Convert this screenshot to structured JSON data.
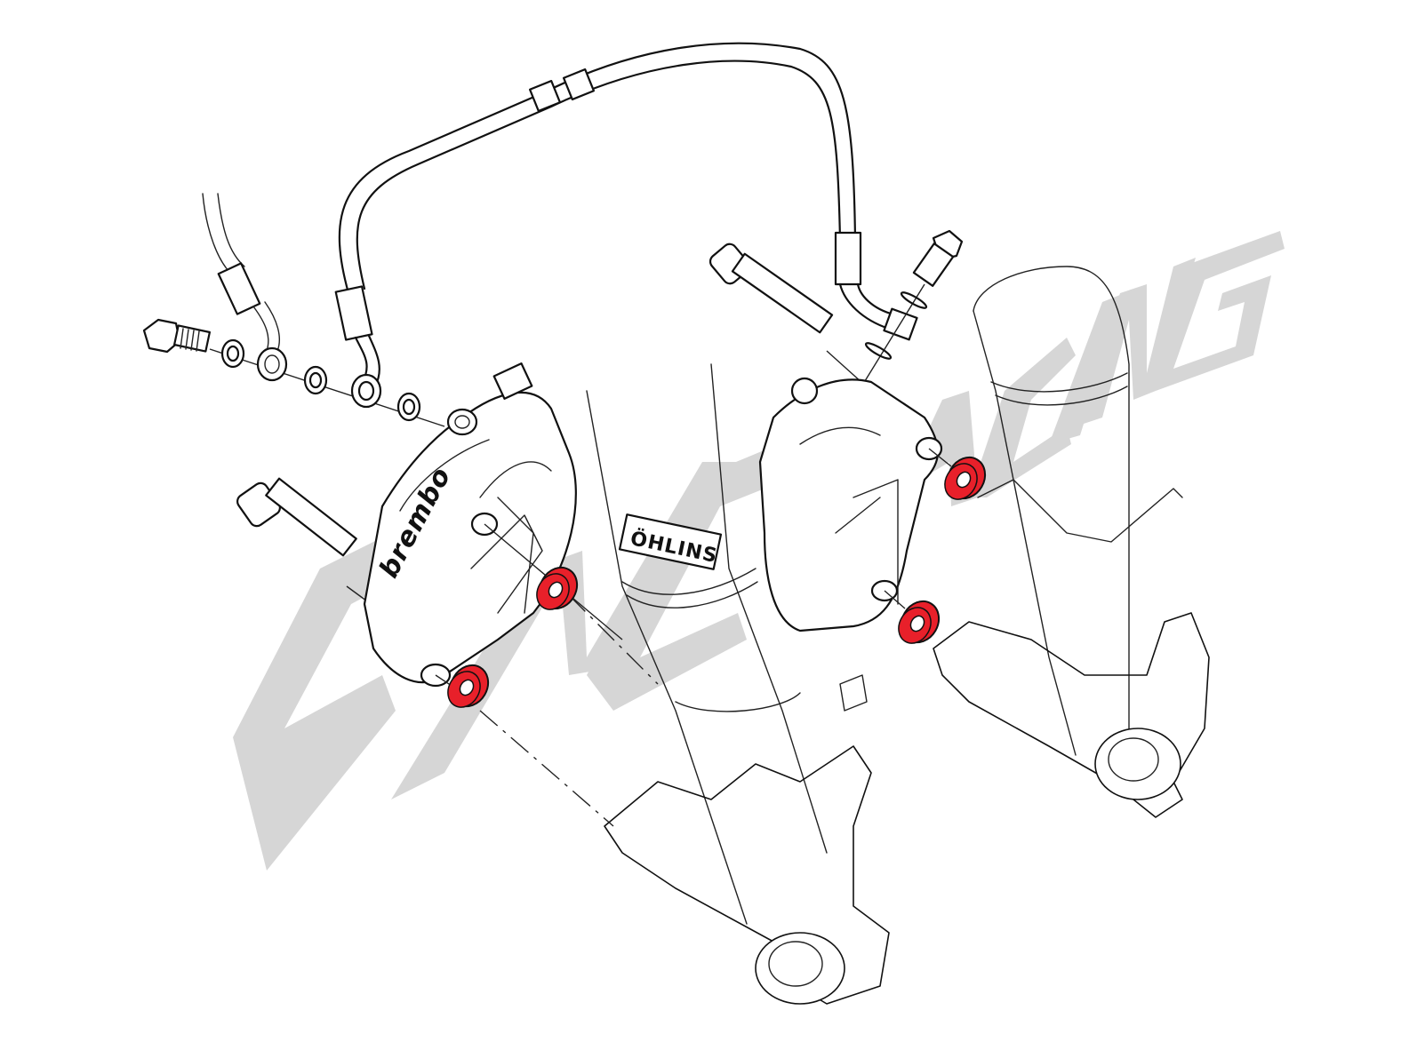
{
  "diagram": {
    "type": "exploded-view",
    "subject": "Twin front brake calipers on fork legs with brake hose and spacers",
    "watermark": {
      "main": "CNC",
      "secondary": "RACING",
      "color": "#d6d6d6"
    },
    "highlight_color": "#e8202a",
    "labels": {
      "caliper_brand": "brembo",
      "fork_brand": "ÖHLINS"
    },
    "parts": [
      {
        "id": "left-banjo-bolt",
        "label": "Banjo bolt"
      },
      {
        "id": "crush-washers",
        "label": "Crush washers"
      },
      {
        "id": "brake-hose-left",
        "label": "Brake hose (left)"
      },
      {
        "id": "brake-hose-bridge",
        "label": "Brake hose (crossover)"
      },
      {
        "id": "left-caliper",
        "label": "Brake caliper (left)"
      },
      {
        "id": "right-caliper",
        "label": "Brake caliper (right)"
      },
      {
        "id": "left-caliper-bolt",
        "label": "Caliper mounting bolt (left)"
      },
      {
        "id": "right-caliper-bolt",
        "label": "Caliper mounting bolt (right)"
      },
      {
        "id": "right-banjo-bolt",
        "label": "Banjo bolt (right)"
      },
      {
        "id": "spacers",
        "label": "Caliper spacers (red)",
        "count": 4
      },
      {
        "id": "left-fork",
        "label": "Fork leg (left)"
      },
      {
        "id": "right-fork",
        "label": "Fork leg (right)"
      }
    ]
  }
}
